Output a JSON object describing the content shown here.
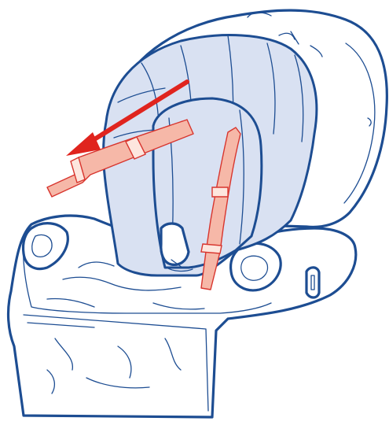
{
  "illustration": {
    "subject": "high-chair-seat",
    "action": "remove-shoulder-strap",
    "arrow_direction": "left-down",
    "icons": [
      "seat-shell",
      "seat-pad",
      "shoulder-strap-left",
      "shoulder-strap-right",
      "crotch-buckle",
      "removal-arrow"
    ]
  },
  "colors": {
    "outline": "#1d4d92",
    "pad_fill": "#d9e1f2",
    "strap_fill": "#f6b8a8",
    "strap_stroke": "#d8352e",
    "arrow": "#e0241e",
    "background": "#ffffff"
  }
}
